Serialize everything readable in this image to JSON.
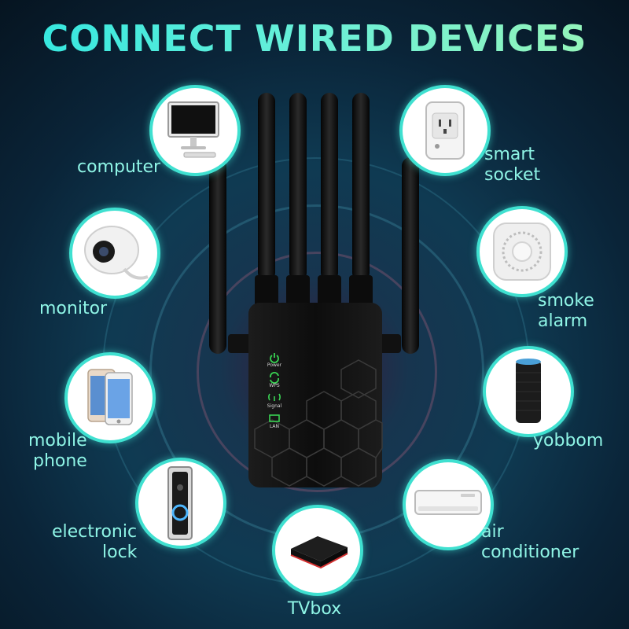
{
  "title": "CONNECT WIRED DEVICES",
  "router": {
    "indicators": [
      {
        "label": "Power",
        "icon": "power-icon"
      },
      {
        "label": "WPS",
        "icon": "wps-icon"
      },
      {
        "label": "Signal",
        "icon": "signal-icon"
      },
      {
        "label": "LAN",
        "icon": "lan-icon"
      }
    ],
    "indicator_color": "#39d353"
  },
  "devices": {
    "computer": {
      "label": "computer",
      "icon": "computer-icon"
    },
    "monitor": {
      "label": "monitor",
      "icon": "security-camera-icon"
    },
    "mobile_phone": {
      "line1": "mobile",
      "line2": "phone",
      "icon": "mobile-phone-icon"
    },
    "electronic_lock": {
      "line1": "electronic",
      "line2": "lock",
      "icon": "doorbell-lock-icon"
    },
    "tvbox": {
      "label": "TVbox",
      "icon": "tvbox-icon"
    },
    "smart_socket": {
      "line1": "smart",
      "line2": "socket",
      "icon": "smart-socket-icon"
    },
    "smoke_alarm": {
      "line1": "smoke",
      "line2": "alarm",
      "icon": "smoke-alarm-icon"
    },
    "yobbom": {
      "label": "yobbom",
      "icon": "smart-speaker-icon"
    },
    "air_conditioner": {
      "line1": "air",
      "line2": "conditioner",
      "icon": "air-conditioner-icon"
    }
  },
  "colors": {
    "accent": "#3fe0d0",
    "label": "#8ff5e6",
    "router_body": "#111111"
  }
}
